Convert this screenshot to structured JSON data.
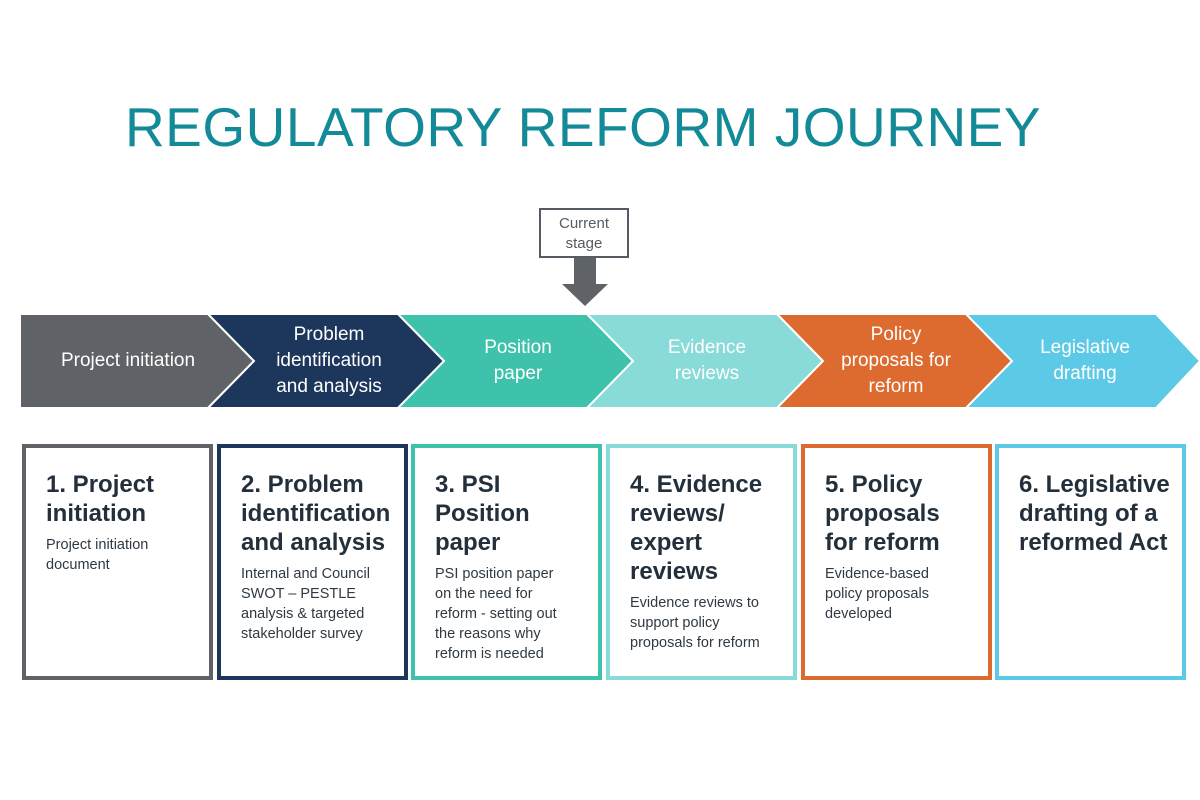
{
  "title": "REGULATORY REFORM JOURNEY",
  "current_stage_marker": {
    "label": "Current\nstage",
    "stage_index": 2
  },
  "colors": {
    "title": "#138a97",
    "stage1": "#5f6266",
    "stage2": "#1c365c",
    "stage3": "#3fc2ab",
    "stage4": "#88dbd8",
    "stage5": "#dd6a2f",
    "stage6": "#5cc9e6"
  },
  "stages": [
    {
      "label": "Project initiation",
      "color": "#5f6266"
    },
    {
      "label": "Problem\nidentification\nand analysis",
      "color": "#1c365c"
    },
    {
      "label": "Position\npaper",
      "color": "#3fc2ab"
    },
    {
      "label": "Evidence\nreviews",
      "color": "#88dbd8"
    },
    {
      "label": "Policy\nproposals for\nreform",
      "color": "#dd6a2f"
    },
    {
      "label": "Legislative\ndrafting",
      "color": "#5cc9e6"
    }
  ],
  "cards": [
    {
      "title": "1. Project\ninitiation",
      "description": "Project initiation\ndocument",
      "color": "#5f6266"
    },
    {
      "title": "2. Problem\nidentification\nand analysis",
      "description": "Internal and Council\nSWOT – PESTLE\nanalysis & targeted\nstakeholder survey",
      "color": "#1c365c"
    },
    {
      "title": "3. PSI\nPosition\npaper",
      "description": "PSI position paper\non the need for\nreform - setting out\nthe reasons why\nreform is needed",
      "color": "#3fc2ab"
    },
    {
      "title": "4. Evidence\nreviews/\nexpert\nreviews",
      "description": "Evidence reviews to\nsupport policy\nproposals for reform",
      "color": "#88dbd8"
    },
    {
      "title": "5. Policy\nproposals\nfor reform",
      "description": "Evidence-based\npolicy proposals\ndeveloped",
      "color": "#dd6a2f"
    },
    {
      "title": "6. Legislative\ndrafting of a\nreformed Act",
      "description": "",
      "color": "#5cc9e6"
    }
  ]
}
